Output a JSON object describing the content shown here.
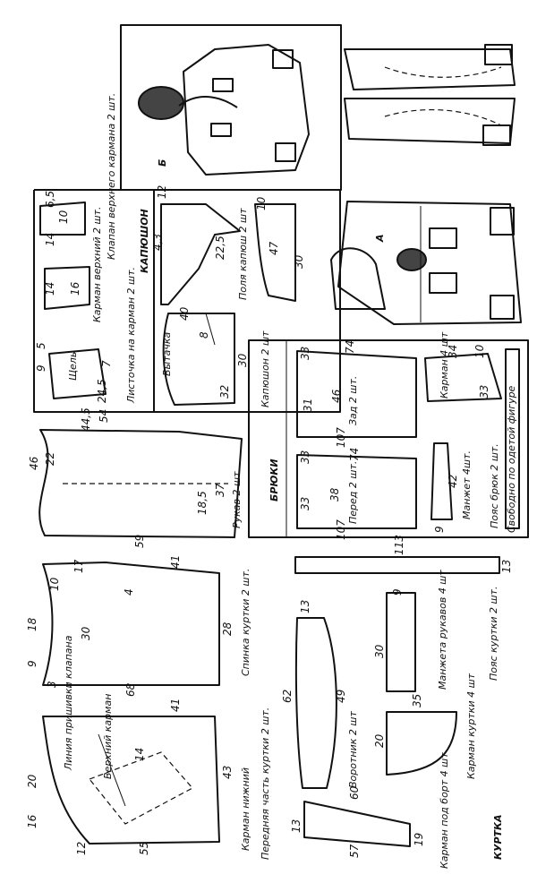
{
  "sections": {
    "jacket": "КУРТКА",
    "pants": "БРЮКИ",
    "hood": "КАПЮШОН"
  },
  "figures": {
    "a": "А",
    "b": "Б"
  },
  "labels": {
    "collar_flap_line": "Линия пришивки клапана",
    "upper_pocket_a": "Верхний карман",
    "lower_pocket_a": "Карман нижний",
    "front_part": "Передняя часть куртки 2 шт.",
    "back_part": "Спинка куртки 2 шт.",
    "sleeve": "Рукав 2 шт.",
    "slit_pocket": "Листочка на карман 2 шт.",
    "upper_pocket_b": "Карман верхний 2 шт.",
    "flap": "Клапан верхнего кармана 2 шт.",
    "hood_part": "Капюшон 2 шт",
    "hood_dart": "Вытачка",
    "hood_brim": "Поля капюш 2 шт",
    "pants_back": "Зад 2 шт.",
    "pants_front": "Перед 2 шт.",
    "pants_pocket": "Карман 4 шт",
    "pants_cuff": "Манжет 4шт.",
    "pants_belt": "Пояс брюк 2 шт.",
    "freely_fit": "Свободно по одетой фигуре",
    "collar": "Воротник 2 шт",
    "sleeve_cuff": "Манжета рукавов 4 шт",
    "jacket_belt": "Пояс куртки 2 шт.",
    "jacket_pocket": "Карман куртки 4 шт",
    "placket_pocket": "Карман под борт 4 шт",
    "slit_word": "Щель"
  },
  "dimensions": {
    "d1": "6,5",
    "d2": "14",
    "d3": "10",
    "d4": "14",
    "d5": "16",
    "d6": "5",
    "d7": "9",
    "d8": "7",
    "d9": "24,5",
    "d10": "12",
    "d11": "4,3",
    "d12": "22,5",
    "d13": "40",
    "d14": "8",
    "d15": "30",
    "d16": "32",
    "d17": "10",
    "d18": "47",
    "d19": "30",
    "d20": "46",
    "d21": "22",
    "d22": "44,5",
    "d23": "54",
    "d24": "18,5",
    "d25": "37",
    "d26": "59",
    "d27": "33",
    "d28": "74",
    "d29": "31",
    "d30": "46",
    "d31": "107",
    "d32": "34",
    "d33": "10",
    "d34": "33",
    "d35": "33",
    "d36": "74",
    "d37": "33",
    "d38": "38",
    "d39": "107",
    "d40": "42",
    "d41": "9",
    "d42": "113",
    "d43": "13",
    "d44": "10",
    "d45": "17",
    "d46": "41",
    "d47": "18",
    "d48": "4",
    "d49": "30",
    "d50": "28",
    "d51": "9",
    "d52": "3",
    "d53": "68",
    "d54": "13",
    "d55": "62",
    "d56": "49",
    "d57": "9",
    "d58": "30",
    "d59": "20",
    "d60": "41",
    "d61": "14",
    "d62": "43",
    "d63": "16",
    "d64": "12",
    "d65": "55",
    "d66": "35",
    "d67": "20",
    "d68": "60",
    "d69": "13",
    "d70": "57",
    "d71": "19"
  }
}
